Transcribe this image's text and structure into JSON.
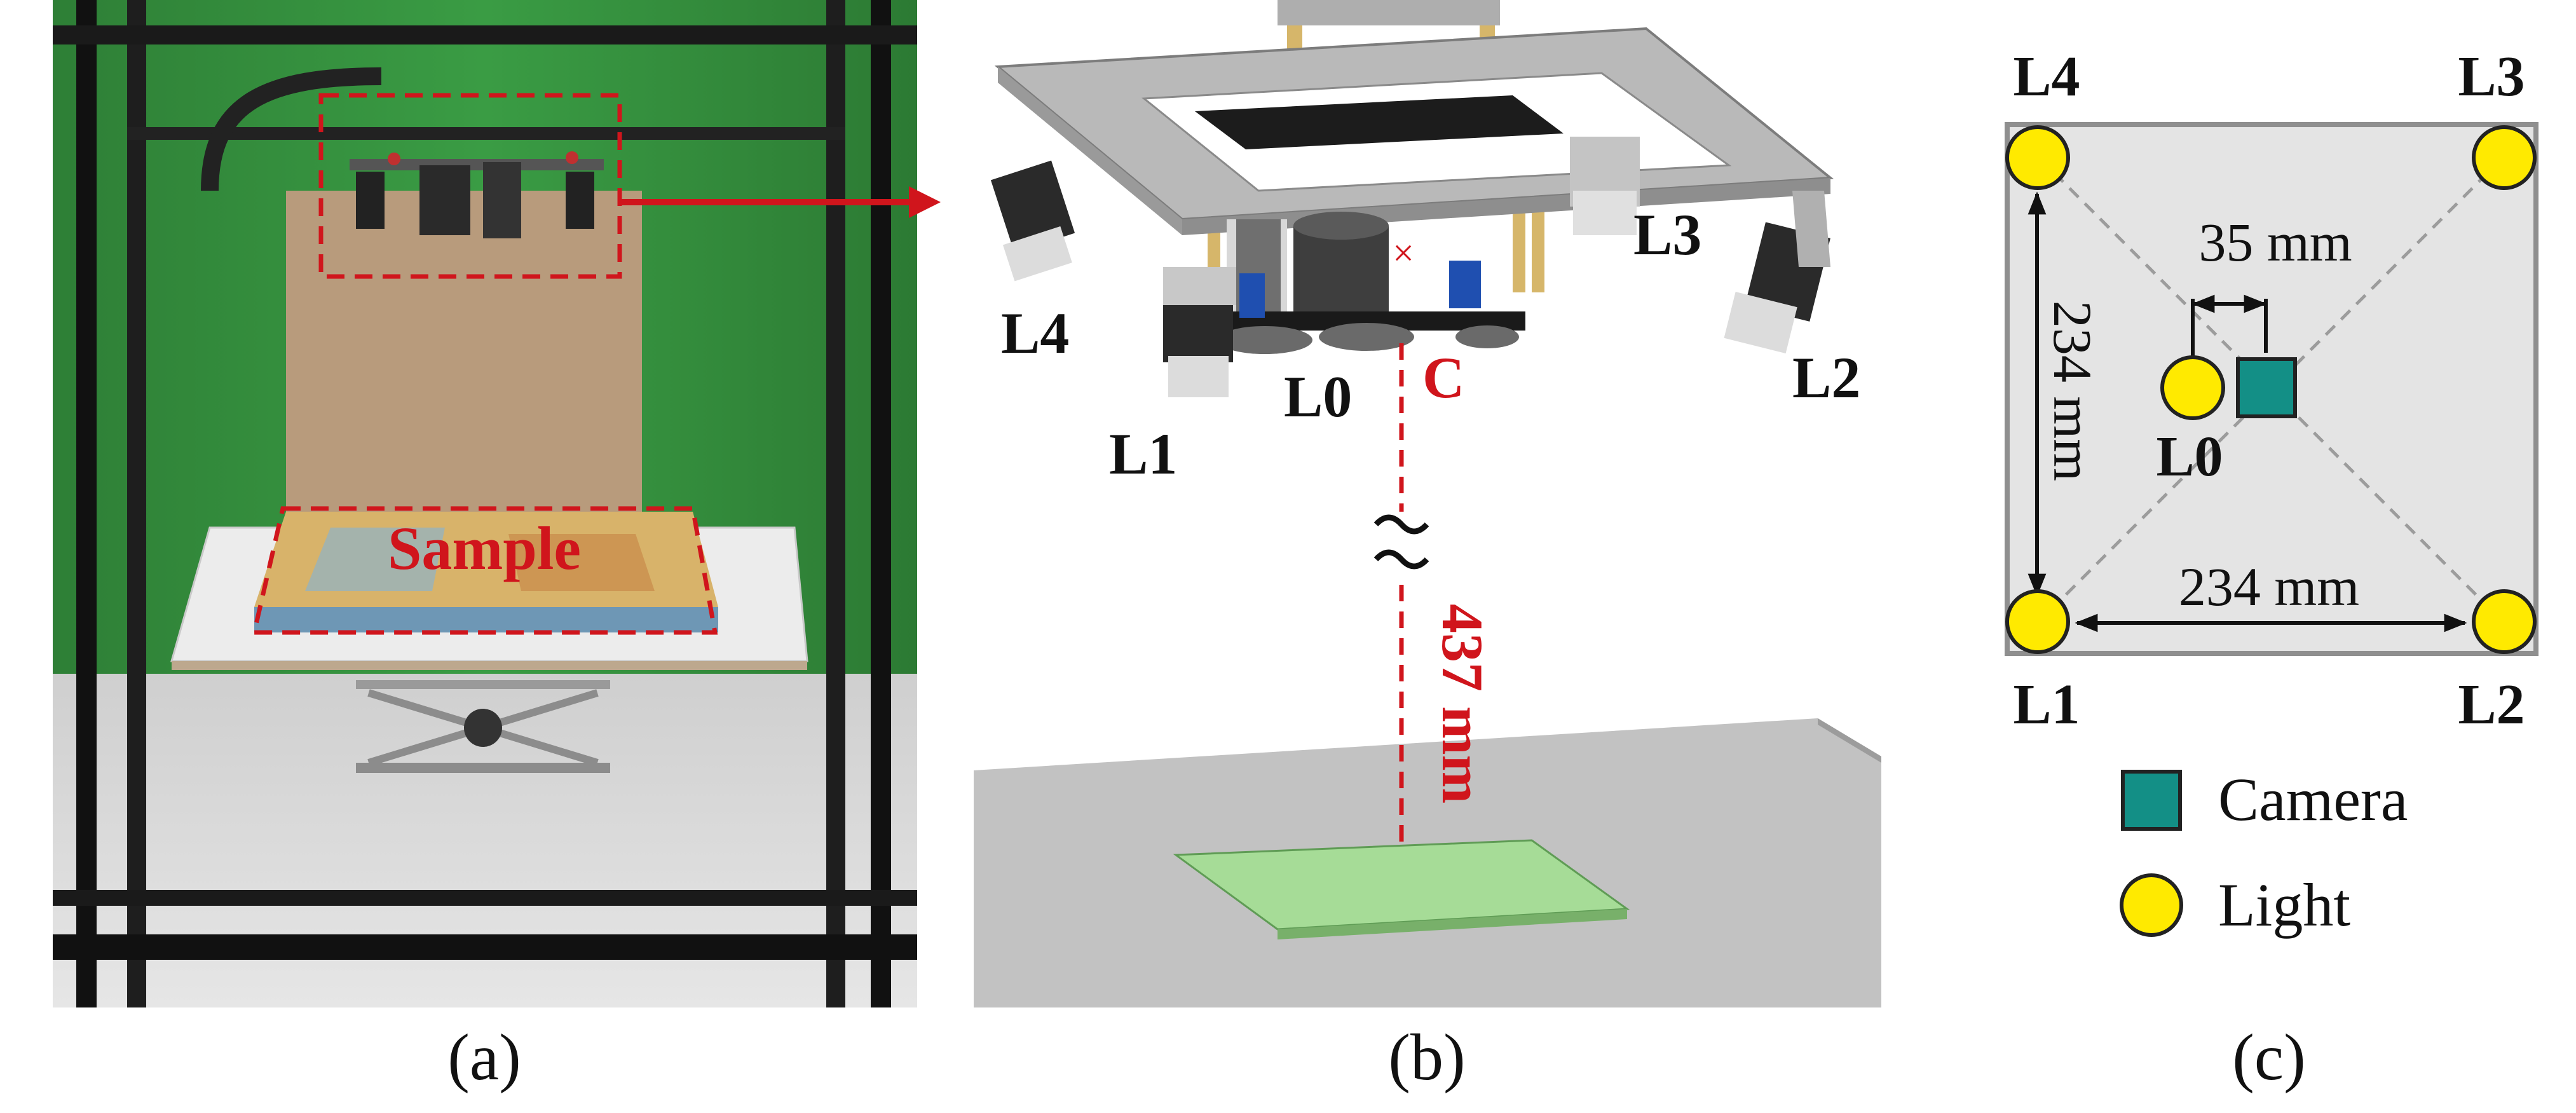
{
  "panel_a": {
    "caption": "(a)",
    "sample_label": "Sample"
  },
  "panel_b": {
    "caption": "(b)",
    "lights": [
      "L0",
      "L1",
      "L2",
      "L3",
      "L4"
    ],
    "camera_label": "C",
    "distance_label": "437 mm"
  },
  "panel_c": {
    "caption": "(c)",
    "corner_labels": {
      "top_left": "L4",
      "top_right": "L3",
      "bottom_left": "L1",
      "bottom_right": "L2"
    },
    "center_light_label": "L0",
    "offset_dim": "35 mm",
    "width_dim": "234 mm",
    "height_dim": "234 mm",
    "legend": [
      {
        "name": "Camera",
        "icon": "camera-square-icon",
        "color": "#138f86"
      },
      {
        "name": "Light",
        "icon": "light-circle-icon",
        "color": "#ffea00"
      }
    ]
  },
  "colors": {
    "annotation_red": "#d0151c",
    "backdrop_green": "#2f8a3a",
    "platform_gray": "#c8c8c8",
    "sample_green": "#a6dc97"
  }
}
